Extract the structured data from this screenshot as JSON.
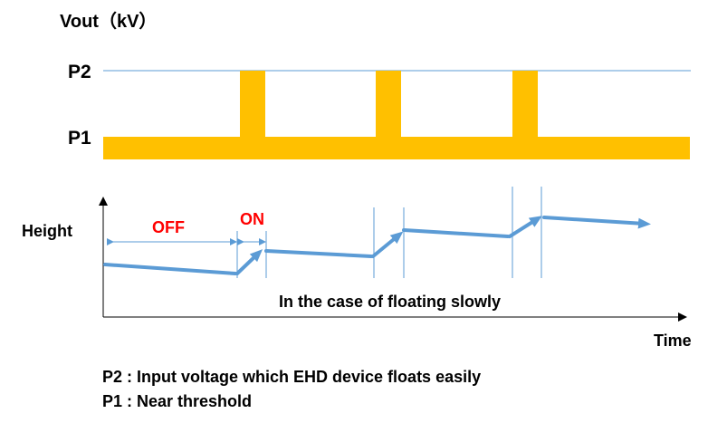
{
  "top_chart": {
    "y_axis_label": "Vout（kV）",
    "level_high_label": "P2",
    "level_low_label": "P1"
  },
  "bottom_chart": {
    "y_axis_label": "Height",
    "x_axis_label": "Time",
    "off_label": "OFF",
    "on_label": "ON",
    "caption": "In the case of floating slowly"
  },
  "legend": {
    "p2_text": "P2 : Input voltage which EHD device floats easily",
    "p1_text": "P1 : Near threshold"
  },
  "colors": {
    "pulse": "#FFC000",
    "height_arrow": "#5B9BD5",
    "guide_line": "#5B9BD5",
    "state_label": "#FF0000",
    "axis": "#000000"
  }
}
